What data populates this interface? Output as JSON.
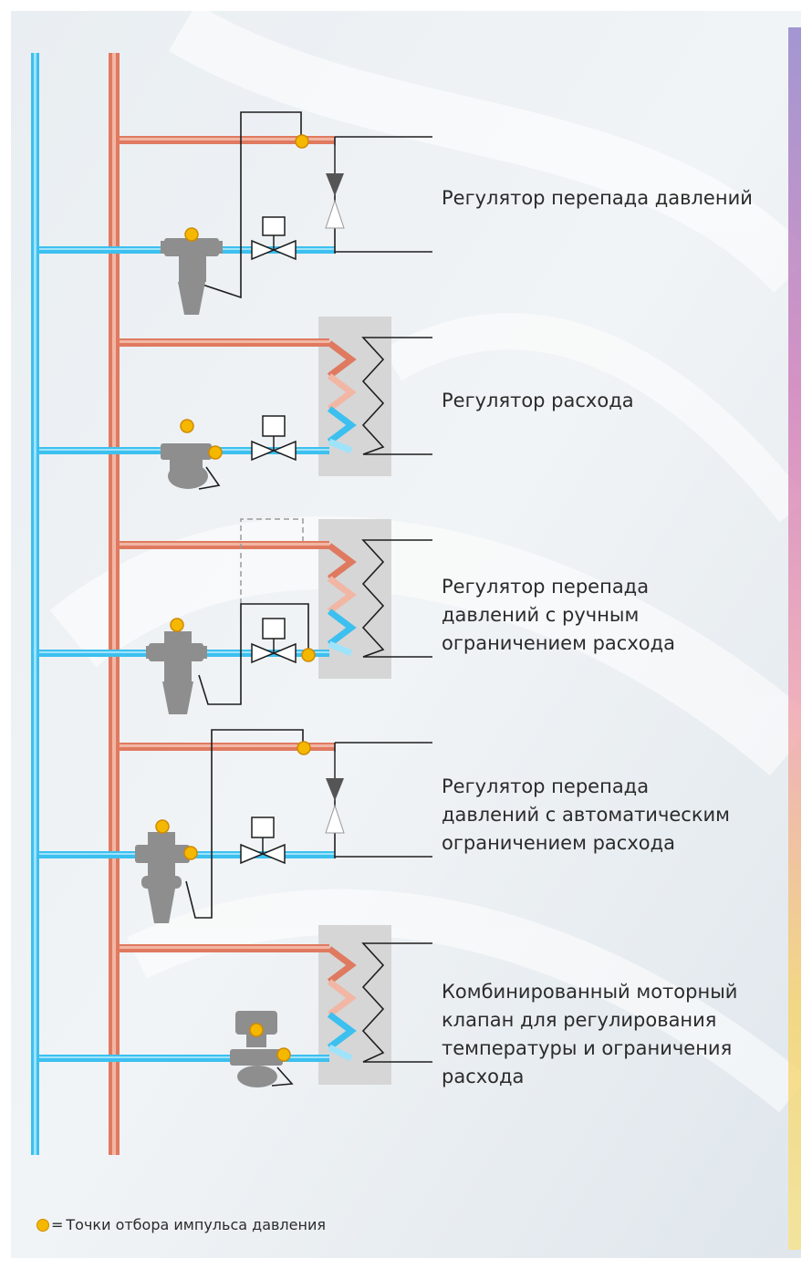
{
  "colors": {
    "return_pipe": "#3cc0ef",
    "supply_pipe": "#df7a60",
    "valve": "#8e8e8e",
    "impulse_point": "#f5b800",
    "heat_exchanger_bg": "#d6d6d6"
  },
  "branches": [
    {
      "name": "branch-1",
      "label_lines": [
        "Регулятор перепада давлений"
      ]
    },
    {
      "name": "branch-2",
      "label_lines": [
        "Регулятор расхода"
      ]
    },
    {
      "name": "branch-3",
      "label_lines": [
        "Регулятор перепада",
        "давлений с ручным",
        "ограничением расхода"
      ]
    },
    {
      "name": "branch-4",
      "label_lines": [
        "Регулятор перепада",
        "давлений с автоматическим",
        "ограничением расхода"
      ]
    },
    {
      "name": "branch-5",
      "label_lines": [
        "Комбинированный моторный",
        "клапан для регулирования",
        "температуры и ограничения",
        "расхода"
      ]
    }
  ],
  "legend": {
    "symbol": "=",
    "text": "Точки отбора импульса давления"
  }
}
